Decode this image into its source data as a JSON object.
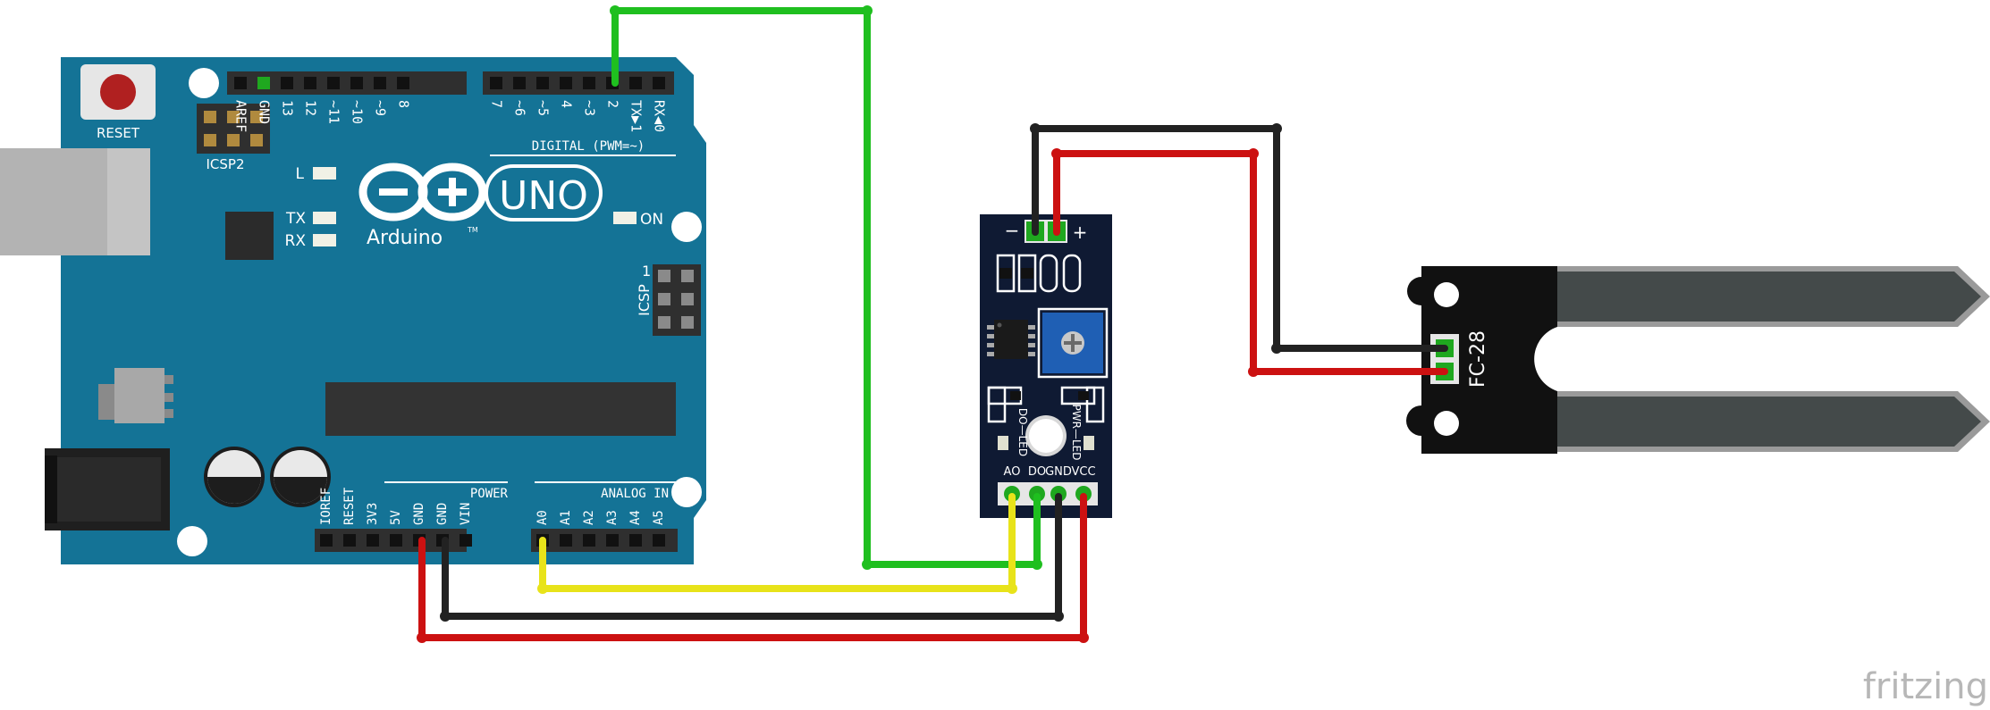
{
  "arduino": {
    "reset_label": "RESET",
    "icsp2_label": "ICSP2",
    "icsp_label": "ICSP",
    "icsp_pin1": "1",
    "digital_header": "DIGITAL (PWM=~)",
    "digital_pins": [
      "AREF",
      "GND",
      "13",
      "12",
      "~11",
      "~10",
      "~9",
      "8",
      "7",
      "~6",
      "~5",
      "4",
      "~3",
      "2",
      "TX▶1",
      "RX◀0"
    ],
    "led_l": "L",
    "led_tx": "TX",
    "led_rx": "RX",
    "led_on": "ON",
    "uno": "UNO",
    "brand": "Arduino",
    "tm": "TM",
    "power_header": "POWER",
    "power_pins": [
      "IOREF",
      "RESET",
      "3V3",
      "5V",
      "GND",
      "GND",
      "VIN"
    ],
    "analog_header": "ANALOG IN",
    "analog_pins": [
      "A0",
      "A1",
      "A2",
      "A3",
      "A4",
      "A5"
    ]
  },
  "module": {
    "minus": "−",
    "plus": "+",
    "do_led": "DO—LED",
    "pwr_led": "PWR—LED",
    "pins": [
      "AO",
      "DO",
      "GND",
      "VCC"
    ]
  },
  "probe": {
    "label": "FC-28"
  },
  "watermark": "fritzing",
  "colors": {
    "board": "#147396",
    "module_board": "#0f1a33",
    "wire_green": "#1fbf1f",
    "wire_yellow": "#e8e31a",
    "wire_black": "#222222",
    "wire_red": "#cc1111"
  }
}
